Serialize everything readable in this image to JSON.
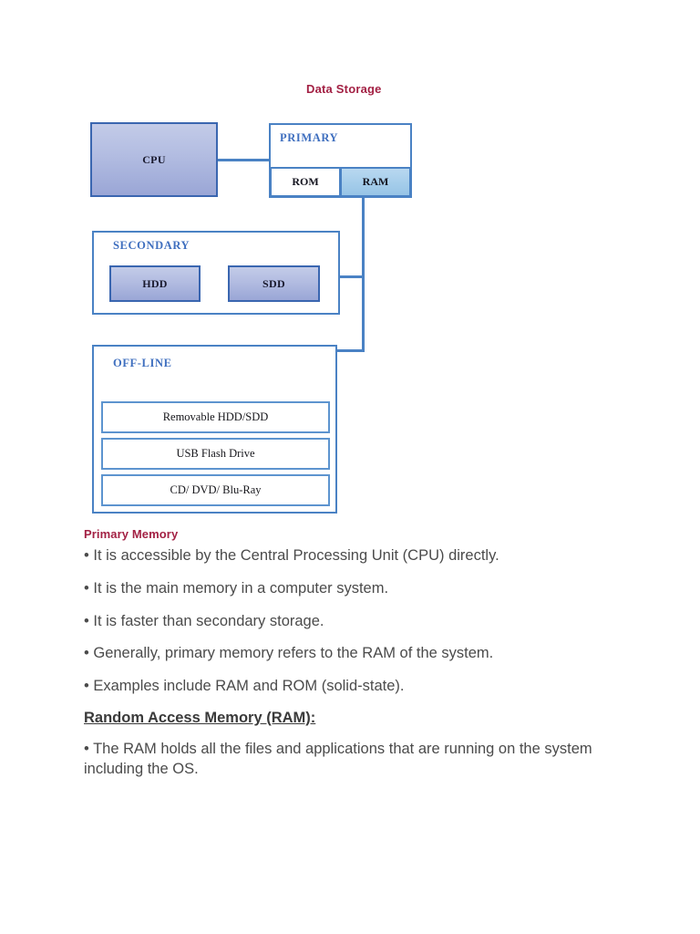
{
  "diagram": {
    "title": "Data Storage",
    "cpu": {
      "label": "CPU"
    },
    "primary": {
      "title": "PRIMARY",
      "rom": "ROM",
      "ram": "RAM"
    },
    "secondary": {
      "title": "SECONDARY",
      "hdd": "HDD",
      "sdd": "SDD"
    },
    "offline": {
      "title": "OFF-LINE",
      "items": [
        "Removable HDD/SDD",
        "USB Flash Drive",
        "CD/ DVD/ Blu-Ray"
      ]
    },
    "colors": {
      "title_crimson": "#a32144",
      "group_border_blue": "#4a82c4",
      "group_label_blue": "#3f6fbf",
      "box_fill_blue": "#aab6de",
      "ram_fill_blue": "#a3ccea",
      "connector_blue": "#4a82c4"
    }
  },
  "content": {
    "section_heading": "Primary Memory",
    "bullets": [
      "• It is accessible by the Central Processing Unit (CPU) directly.",
      "• It is the main memory in a computer system.",
      "• It is faster than secondary storage.",
      "• Generally, primary memory refers to the RAM of the system.",
      "• Examples include RAM and ROM (solid-state)."
    ],
    "subheading": "Random Access Memory (RAM):",
    "closing_bullet": "• The RAM holds all the files and applications that are running on the system including the OS."
  }
}
